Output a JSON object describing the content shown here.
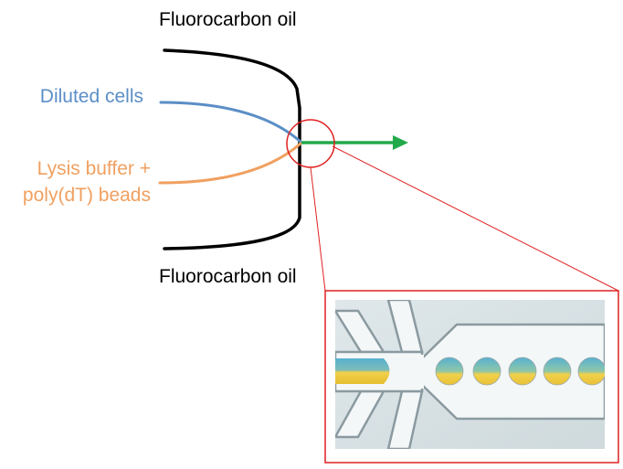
{
  "labels": {
    "oil_top": "Fluorocarbon oil",
    "oil_bottom": "Fluorocarbon oil",
    "cells": "Diluted cells",
    "lysis_line1": "Lysis buffer +",
    "lysis_line2": "poly(dT) beads"
  },
  "colors": {
    "oil": "#000000",
    "cells": "#5b8ec6",
    "lysis": "#f0a060",
    "output_arrow": "#22aa4a",
    "zoom": "#e02020",
    "channel_bg": "#dde6e8",
    "channel_interior": "#f4f7f8",
    "droplet_yellow": "#f2d04a",
    "droplet_blue": "#58b0d0"
  },
  "inset": {
    "droplet_count": 5
  }
}
